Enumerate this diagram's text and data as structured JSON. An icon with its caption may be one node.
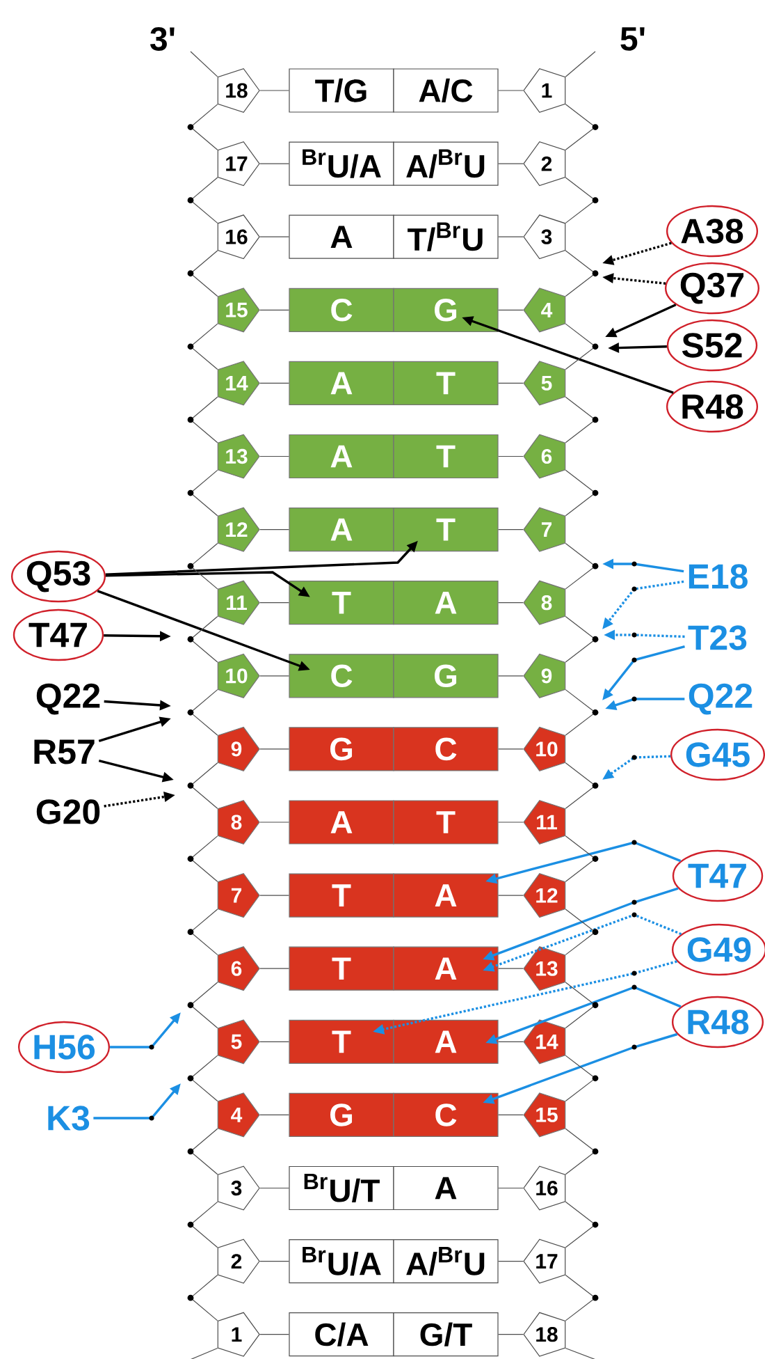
{
  "diagram": {
    "nodes": [
      {
        "text": [
          "18"
        ]
      },
      {
        "text": [
          "T/G"
        ]
      },
      {
        "text": [
          "A/C"
        ]
      },
      {
        "text": [
          "1"
        ]
      },
      {
        "text": [
          "17"
        ]
      },
      {
        "text": [
          "$^{Br}$U/A"
        ]
      },
      {
        "text": [
          "A/$^{Br}$U"
        ]
      },
      {
        "text": [
          "2"
        ]
      },
      {
        "text": [
          "16"
        ]
      },
      {
        "text": [
          "A"
        ]
      },
      {
        "text": [
          "T/$^{Br}$U"
        ]
      },
      {
        "text": [
          "3"
        ]
      },
      {
        "text": [
          "15"
        ]
      },
      {
        "text": [
          "C"
        ]
      },
      {
        "text": [
          "G"
        ]
      },
      {
        "text": [
          "4"
        ]
      },
      {
        "text": [
          "14"
        ]
      },
      {
        "text": [
          "A"
        ]
      },
      {
        "text": [
          "T"
        ]
      },
      {
        "text": [
          "5"
        ]
      },
      {
        "text": [
          "13"
        ]
      },
      {
        "text": [
          "A"
        ]
      },
      {
        "text": [
          "T"
        ]
      },
      {
        "text": [
          "6"
        ]
      },
      {
        "text": [
          "12"
        ]
      },
      {
        "text": [
          "A"
        ]
      },
      {
        "text": [
          "T"
        ]
      },
      {
        "text": [
          "7"
        ]
      },
      {
        "text": [
          "11"
        ]
      },
      {
        "text": [
          "T"
        ]
      },
      {
        "text": [
          "A"
        ]
      },
      {
        "text": [
          "8"
        ]
      },
      {
        "text": [
          "10"
        ]
      },
      {
        "text": [
          "C"
        ]
      },
      {
        "text": [
          "G"
        ]
      },
      {
        "text": [
          "9"
        ]
      },
      {
        "text": [
          "9"
        ]
      },
      {
        "text": [
          "G"
        ]
      },
      {
        "text": [
          "C"
        ]
      },
      {
        "text": [
          "10"
        ]
      },
      {
        "text": [
          "8"
        ]
      },
      {
        "text": [
          "A"
        ]
      },
      {
        "text": [
          "T"
        ]
      },
      {
        "text": [
          "11"
        ]
      },
      {
        "text": [
          "7"
        ]
      },
      {
        "text": [
          "T"
        ]
      },
      {
        "text": [
          "A"
        ]
      },
      {
        "text": [
          "12"
        ]
      },
      {
        "text": [
          "6"
        ]
      },
      {
        "text": [
          "T"
        ]
      },
      {
        "text": [
          "A"
        ]
      },
      {
        "text": [
          "13"
        ]
      },
      {
        "text": [
          "5"
        ]
      },
      {
        "text": [
          "T"
        ]
      },
      {
        "text": [
          "A"
        ]
      },
      {
        "text": [
          "14"
        ]
      },
      {
        "text": [
          "4"
        ]
      },
      {
        "text": [
          "G"
        ]
      },
      {
        "text": [
          "C"
        ]
      },
      {
        "text": [
          "15"
        ]
      },
      {
        "text": [
          "3"
        ]
      },
      {
        "text": [
          "$^{Br}$U/T"
        ]
      },
      {
        "text": [
          "A"
        ]
      },
      {
        "text": [
          "16"
        ]
      },
      {
        "text": [
          "2"
        ]
      },
      {
        "text": [
          "$^{Br}$U/A"
        ]
      },
      {
        "text": [
          "A/$^{Br}$U"
        ]
      },
      {
        "text": [
          "17"
        ]
      },
      {
        "text": [
          "1"
        ]
      },
      {
        "text": [
          "C/A"
        ]
      },
      {
        "text": [
          "G/T"
        ]
      },
      {
        "text": [
          "18"
        ]
      },
      {
        "text": [
          "A38"
        ]
      },
      {
        "text": [
          "Q37"
        ]
      },
      {
        "text": [
          "S52"
        ]
      },
      {
        "text": [
          "R48"
        ]
      },
      {
        "text": [
          "Q53"
        ]
      },
      {
        "text": [
          "T47"
        ]
      },
      {
        "text": [
          "Q22"
        ]
      },
      {
        "text": [
          "R57"
        ]
      },
      {
        "text": [
          "G20"
        ]
      },
      {
        "text": [
          "E18"
        ]
      },
      {
        "text": [
          "T23"
        ]
      },
      {
        "text": [
          "Q22"
        ]
      },
      {
        "text": [
          "G45"
        ]
      },
      {
        "text": [
          "T47"
        ]
      },
      {
        "text": [
          "G49"
        ]
      },
      {
        "text": [
          "R48"
        ]
      },
      {
        "text": [
          "H56"
        ]
      },
      {
        "text": [
          "K3"
        ]
      }
    ],
    "edges": [
      {
        "from": 72,
        "to": null,
        "arrow": "to",
        "style": "dashed"
      },
      {
        "from": 73,
        "to": null,
        "arrow": "to",
        "style": "dashed"
      },
      {
        "from": 73,
        "to": null,
        "arrow": "to"
      },
      {
        "from": 74,
        "to": null,
        "arrow": "to"
      },
      {
        "from": 75,
        "to": 14,
        "arrow": "to"
      },
      {
        "from": 76,
        "to": 26,
        "arrow": "to"
      },
      {
        "from": 76,
        "to": 29,
        "arrow": "to"
      },
      {
        "from": 76,
        "to": 33,
        "arrow": "to"
      },
      {
        "from": 77,
        "to": null,
        "arrow": "to"
      },
      {
        "from": 78,
        "to": null,
        "arrow": "to"
      },
      {
        "from": 79,
        "to": null,
        "arrow": "to"
      },
      {
        "from": 79,
        "to": null,
        "arrow": "to"
      },
      {
        "from": 80,
        "to": null,
        "arrow": "to",
        "style": "dashed"
      },
      {
        "from": 81,
        "to": null,
        "arrow": "to",
        "color": "#1b8fe3"
      },
      {
        "from": 81,
        "to": null,
        "arrow": "to",
        "style": "dashed",
        "color": "#1b8fe3"
      },
      {
        "from": 82,
        "to": null,
        "arrow": "to",
        "style": "dashed",
        "color": "#1b8fe3"
      },
      {
        "from": 82,
        "to": null,
        "arrow": "to",
        "color": "#1b8fe3"
      },
      {
        "from": 83,
        "to": null,
        "arrow": "to",
        "color": "#1b8fe3"
      },
      {
        "from": 84,
        "to": null,
        "arrow": "to",
        "style": "dashed",
        "color": "#1b8fe3"
      },
      {
        "from": 85,
        "to": 46,
        "arrow": "to",
        "color": "#1b8fe3"
      },
      {
        "from": 85,
        "to": 50,
        "arrow": "to",
        "color": "#1b8fe3"
      },
      {
        "from": 86,
        "to": 50,
        "arrow": "to",
        "style": "dashed",
        "color": "#1b8fe3"
      },
      {
        "from": 86,
        "to": 53,
        "arrow": "to",
        "style": "dashed",
        "color": "#1b8fe3"
      },
      {
        "from": 87,
        "to": 54,
        "arrow": "to",
        "color": "#1b8fe3"
      },
      {
        "from": 87,
        "to": 58,
        "arrow": "to",
        "color": "#1b8fe3"
      },
      {
        "from": 88,
        "to": null,
        "arrow": "to",
        "color": "#1b8fe3"
      },
      {
        "from": 89,
        "to": null,
        "arrow": "to",
        "color": "#1b8fe3"
      },
      {
        "from": 0,
        "to": 1,
        "arrow": "none"
      },
      {
        "from": 2,
        "to": 3,
        "arrow": "none"
      },
      {
        "from": 4,
        "to": 5,
        "arrow": "none"
      },
      {
        "from": 6,
        "to": 7,
        "arrow": "none"
      },
      {
        "from": 8,
        "to": 9,
        "arrow": "none"
      },
      {
        "from": 10,
        "to": 11,
        "arrow": "none"
      },
      {
        "from": 12,
        "to": 13,
        "arrow": "none"
      },
      {
        "from": 14,
        "to": 15,
        "arrow": "none"
      },
      {
        "from": 16,
        "to": 17,
        "arrow": "none"
      },
      {
        "from": 18,
        "to": 19,
        "arrow": "none"
      },
      {
        "from": 20,
        "to": 21,
        "arrow": "none"
      },
      {
        "from": 22,
        "to": 23,
        "arrow": "none"
      },
      {
        "from": 24,
        "to": 25,
        "arrow": "none"
      },
      {
        "from": 26,
        "to": 27,
        "arrow": "none"
      },
      {
        "from": 28,
        "to": 29,
        "arrow": "none"
      },
      {
        "from": 30,
        "to": 31,
        "arrow": "none"
      },
      {
        "from": 32,
        "to": 33,
        "arrow": "none"
      },
      {
        "from": 34,
        "to": 35,
        "arrow": "none"
      },
      {
        "from": 36,
        "to": 37,
        "arrow": "none"
      },
      {
        "from": 38,
        "to": 39,
        "arrow": "none"
      },
      {
        "from": 40,
        "to": 41,
        "arrow": "none"
      },
      {
        "from": 42,
        "to": 43,
        "arrow": "none"
      },
      {
        "from": 44,
        "to": 45,
        "arrow": "none"
      },
      {
        "from": 46,
        "to": 47,
        "arrow": "none"
      },
      {
        "from": 48,
        "to": 49,
        "arrow": "none"
      },
      {
        "from": 50,
        "to": 51,
        "arrow": "none"
      },
      {
        "from": 52,
        "to": 53,
        "arrow": "none"
      },
      {
        "from": 54,
        "to": 55,
        "arrow": "none"
      },
      {
        "from": 56,
        "to": 57,
        "arrow": "none"
      },
      {
        "from": 58,
        "to": 59,
        "arrow": "none"
      },
      {
        "from": 60,
        "to": 61,
        "arrow": "none"
      },
      {
        "from": 62,
        "to": 63,
        "arrow": "none"
      },
      {
        "from": 64,
        "to": 65,
        "arrow": "none"
      },
      {
        "from": 66,
        "to": 67,
        "arrow": "none"
      },
      {
        "from": 68,
        "to": 69,
        "arrow": "none"
      },
      {
        "from": 70,
        "to": 71,
        "arrow": "none"
      },
      {
        "from": 0,
        "to": 4,
        "arrow": "none"
      },
      {
        "from": 3,
        "to": 7,
        "arrow": "none"
      },
      {
        "from": 4,
        "to": 8,
        "arrow": "none"
      },
      {
        "from": 7,
        "to": 11,
        "arrow": "none"
      },
      {
        "from": 8,
        "to": 12,
        "arrow": "none"
      },
      {
        "from": 11,
        "to": 15,
        "arrow": "none"
      },
      {
        "from": 12,
        "to": 16,
        "arrow": "none"
      },
      {
        "from": 15,
        "to": 19,
        "arrow": "none"
      },
      {
        "from": 16,
        "to": 20,
        "arrow": "none"
      },
      {
        "from": 19,
        "to": 23,
        "arrow": "none"
      },
      {
        "from": 20,
        "to": 24,
        "arrow": "none"
      },
      {
        "from": 23,
        "to": 27,
        "arrow": "none"
      },
      {
        "from": 24,
        "to": 28,
        "arrow": "none"
      },
      {
        "from": 27,
        "to": 31,
        "arrow": "none"
      },
      {
        "from": 28,
        "to": 32,
        "arrow": "none"
      },
      {
        "from": 31,
        "to": 35,
        "arrow": "none"
      },
      {
        "from": 32,
        "to": 36,
        "arrow": "none"
      },
      {
        "from": 35,
        "to": 39,
        "arrow": "none"
      },
      {
        "from": 36,
        "to": 40,
        "arrow": "none"
      },
      {
        "from": 39,
        "to": 43,
        "arrow": "none"
      },
      {
        "from": 40,
        "to": 44,
        "arrow": "none"
      },
      {
        "from": 43,
        "to": 47,
        "arrow": "none"
      },
      {
        "from": 44,
        "to": 48,
        "arrow": "none"
      },
      {
        "from": 47,
        "to": 51,
        "arrow": "none"
      },
      {
        "from": 48,
        "to": 52,
        "arrow": "none"
      },
      {
        "from": 51,
        "to": 55,
        "arrow": "none"
      },
      {
        "from": 52,
        "to": 56,
        "arrow": "none"
      },
      {
        "from": 55,
        "to": 59,
        "arrow": "none"
      },
      {
        "from": 56,
        "to": 60,
        "arrow": "none"
      },
      {
        "from": 59,
        "to": 63,
        "arrow": "none"
      },
      {
        "from": 60,
        "to": 64,
        "arrow": "none"
      },
      {
        "from": 63,
        "to": 67,
        "arrow": "none"
      },
      {
        "from": 64,
        "to": 68,
        "arrow": "none"
      },
      {
        "from": 67,
        "to": 71,
        "arrow": "none"
      },
      {
        "from": null,
        "to": 0,
        "arrow": "none"
      },
      {
        "from": null,
        "to": 3,
        "arrow": "none"
      },
      {
        "from": 68,
        "to": null,
        "arrow": "none"
      },
      {
        "from": 71,
        "to": null,
        "arrow": "none"
      }
    ],
    "labels": [
      "3'",
      "5'"
    ]
  }
}
